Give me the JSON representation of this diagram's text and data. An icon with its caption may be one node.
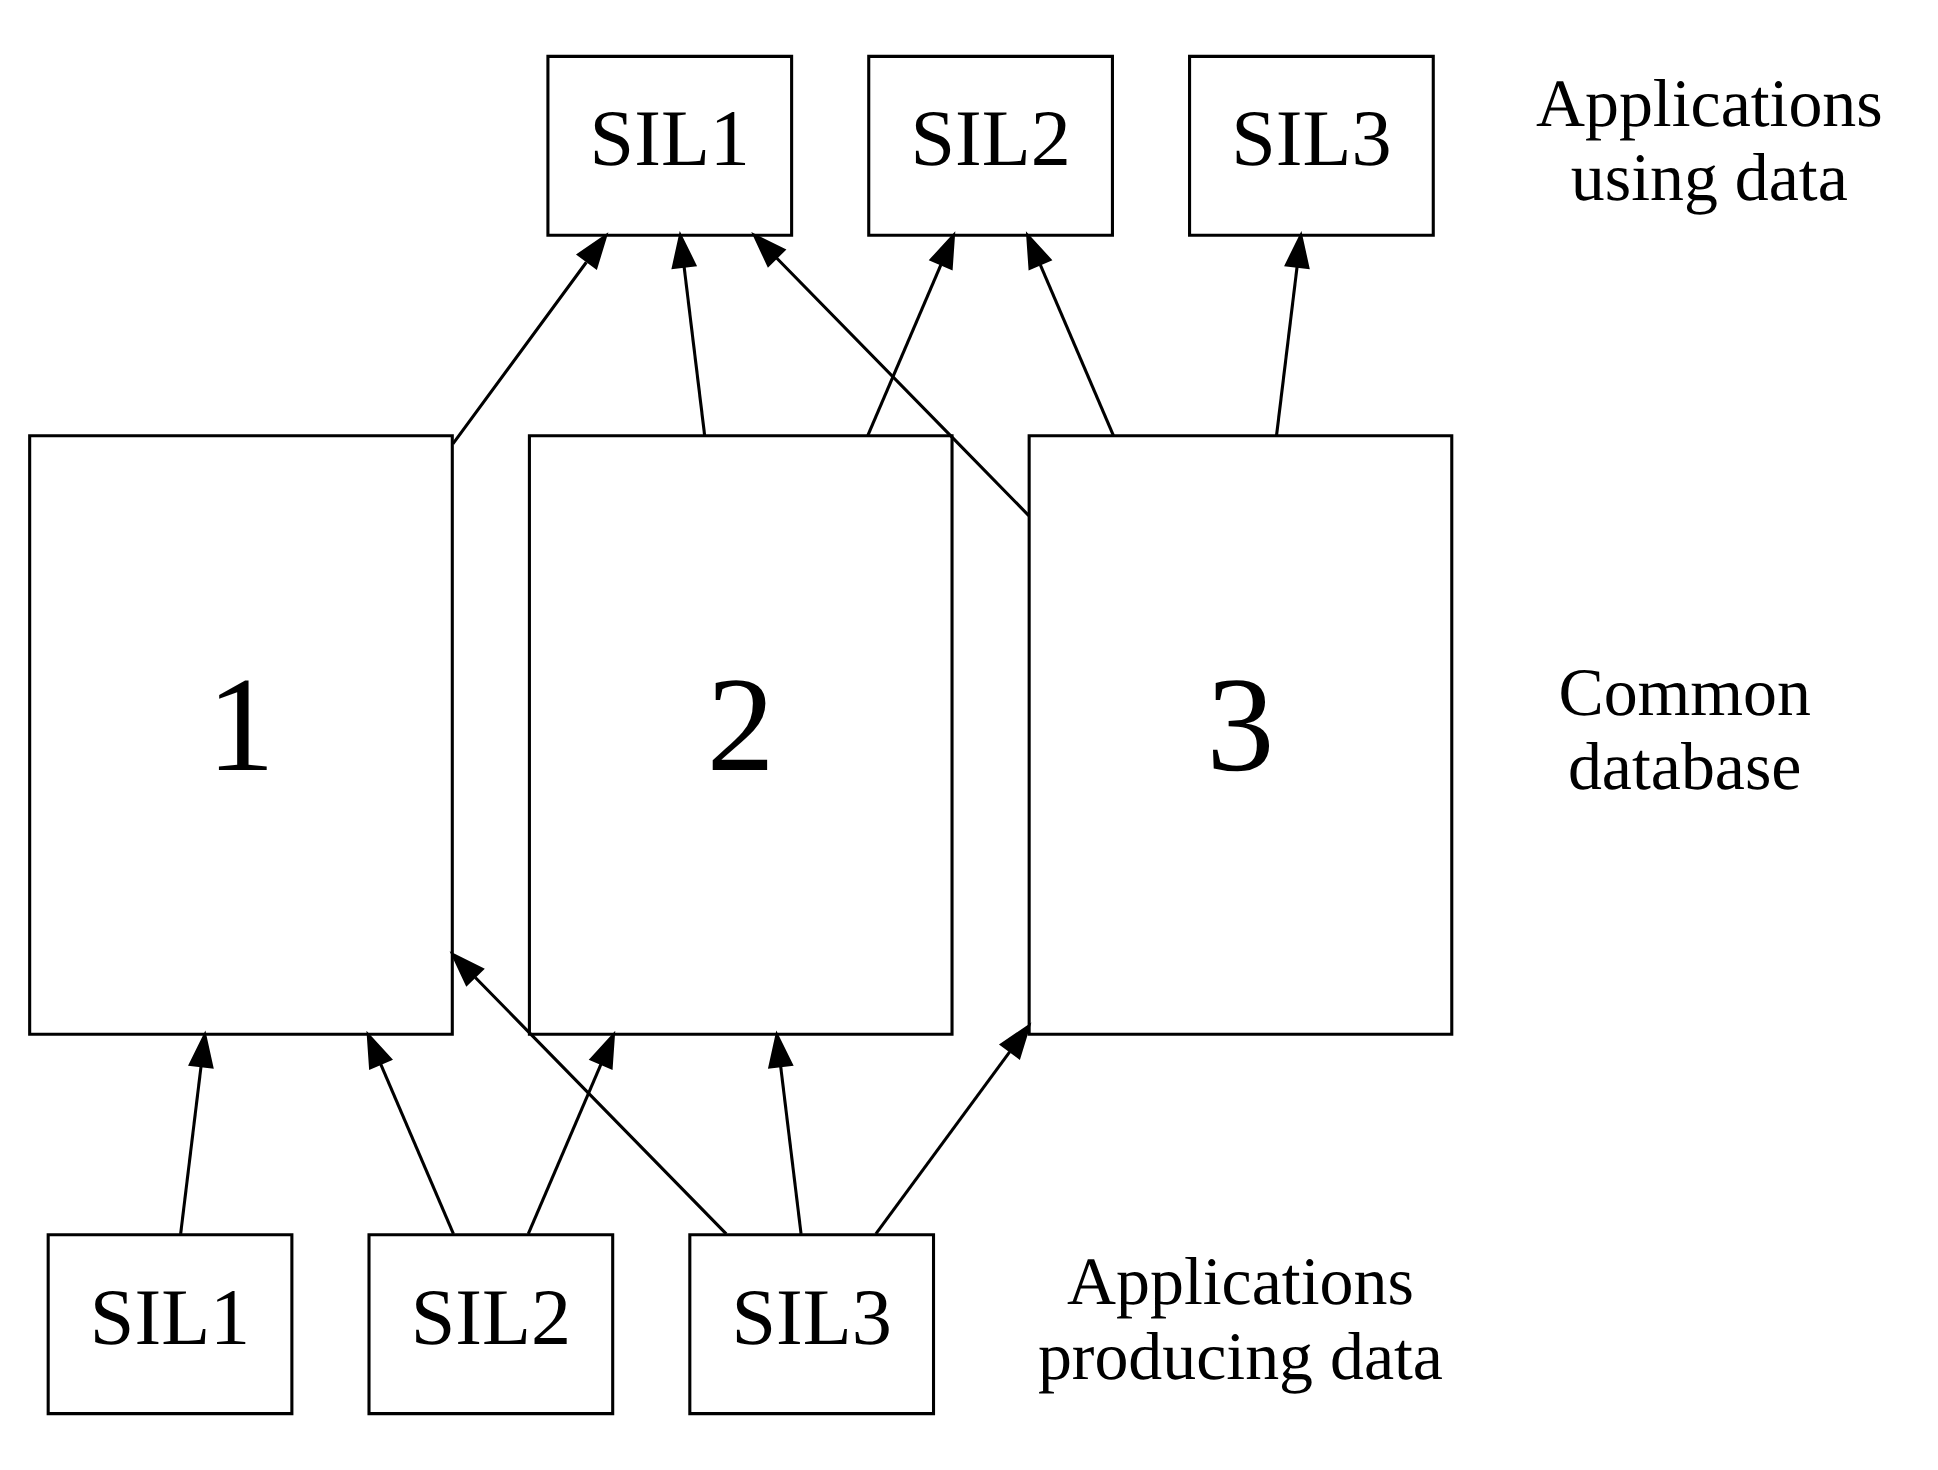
{
  "diagram": {
    "nodes": [
      {
        "text": [
          "SIL1"
        ]
      },
      {
        "text": [
          "SIL2"
        ]
      },
      {
        "text": [
          "SIL3"
        ]
      },
      {
        "text": [
          "1"
        ]
      },
      {
        "text": [
          "2"
        ]
      },
      {
        "text": [
          "3"
        ]
      },
      {
        "text": [
          "SIL1"
        ]
      },
      {
        "text": [
          "SIL2"
        ]
      },
      {
        "text": [
          "SIL3"
        ]
      }
    ],
    "edges": [
      {
        "from": 3,
        "to": 0,
        "arrow": "to"
      },
      {
        "from": 4,
        "to": 0,
        "arrow": "to"
      },
      {
        "from": 5,
        "to": 0,
        "arrow": "to"
      },
      {
        "from": 4,
        "to": 1,
        "arrow": "to"
      },
      {
        "from": 5,
        "to": 1,
        "arrow": "to"
      },
      {
        "from": 5,
        "to": 2,
        "arrow": "to"
      },
      {
        "from": 6,
        "to": 3,
        "arrow": "to"
      },
      {
        "from": 7,
        "to": 3,
        "arrow": "to"
      },
      {
        "from": 8,
        "to": 3,
        "arrow": "to"
      },
      {
        "from": 7,
        "to": 4,
        "arrow": "to"
      },
      {
        "from": 8,
        "to": 4,
        "arrow": "to"
      },
      {
        "from": 8,
        "to": 5,
        "arrow": "to"
      }
    ],
    "labels": [
      "Applications using data",
      "Common database",
      "Applications producing data"
    ]
  }
}
